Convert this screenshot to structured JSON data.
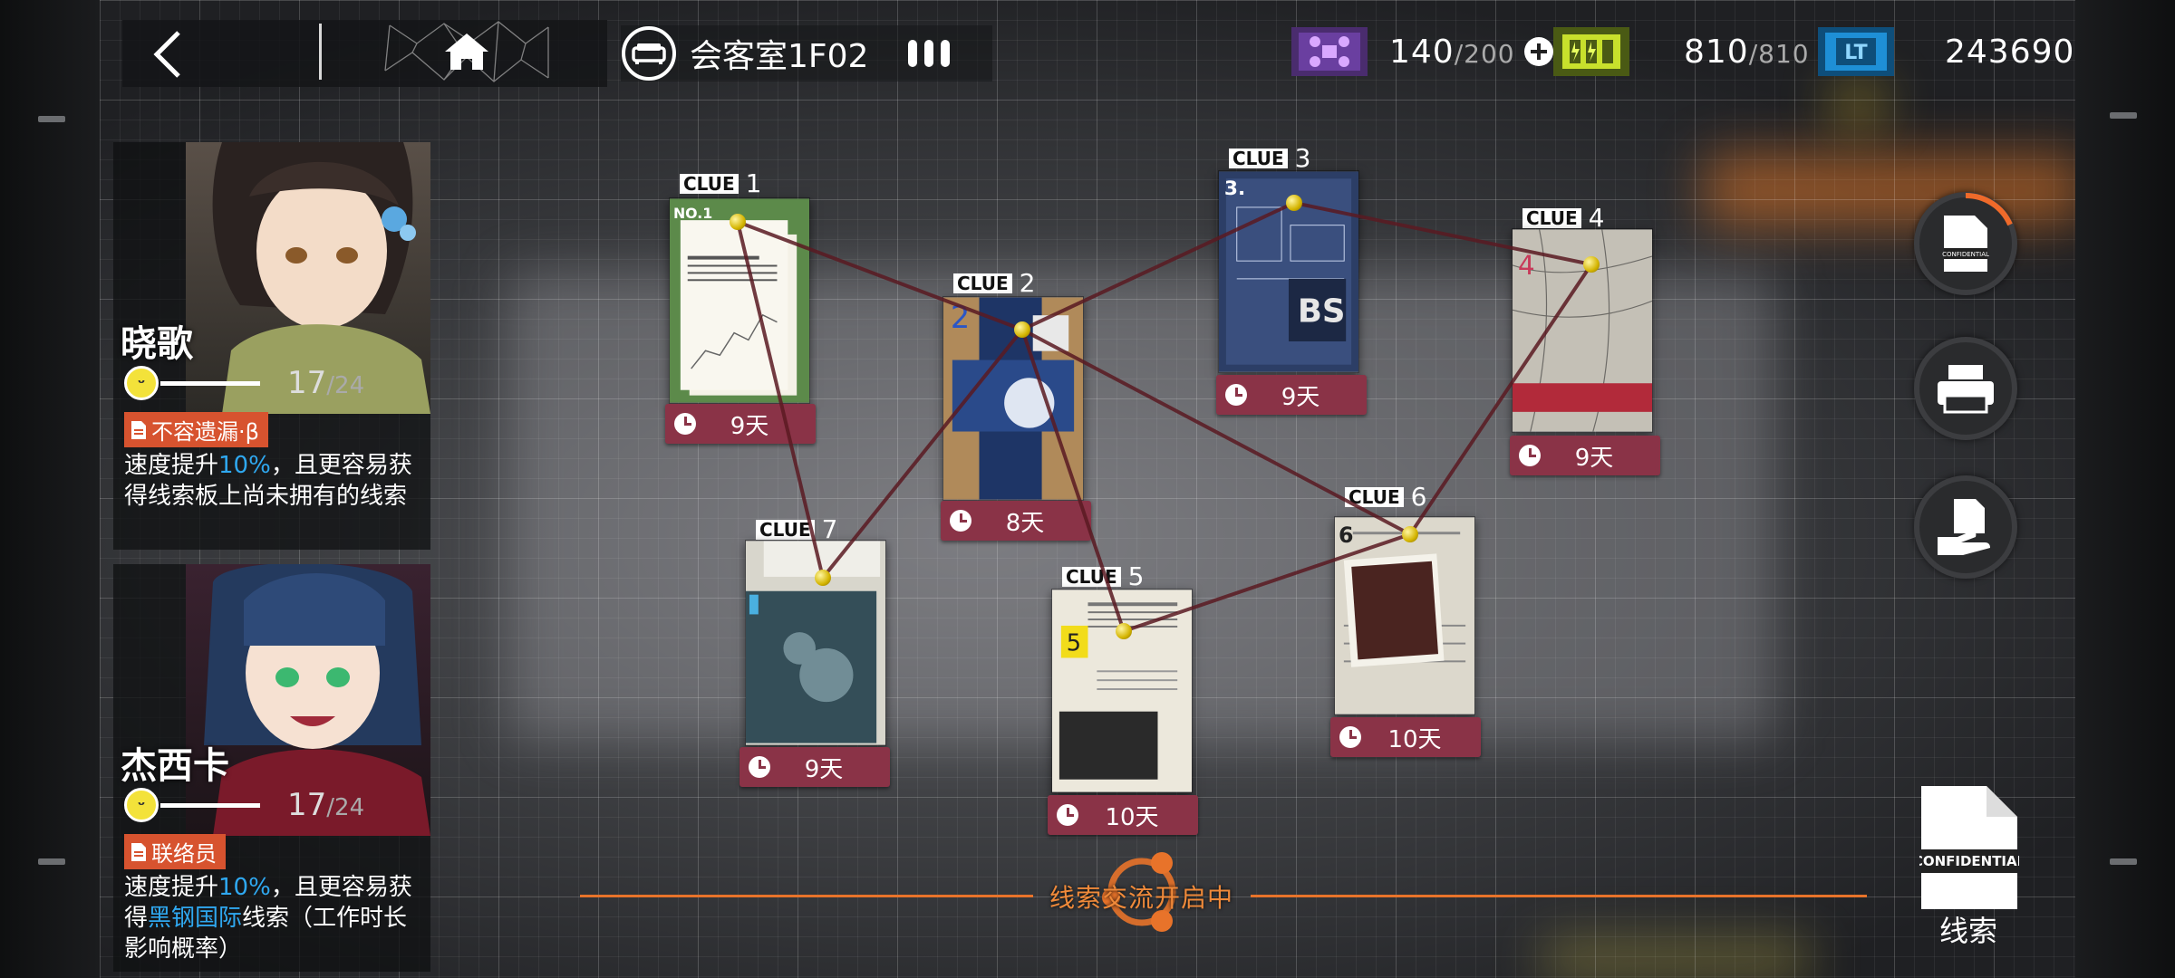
{
  "topbar": {
    "room_name": "会客室1F02",
    "drone": {
      "current": "140",
      "max": "/200"
    },
    "energy": {
      "current": "810",
      "max": "/810"
    },
    "currency": "243690"
  },
  "operators": [
    {
      "name": "晓歌",
      "mood_current": "17",
      "mood_max": "/24",
      "skill": "不容遗漏·β",
      "desc_pre": "速度提升",
      "desc_hl": "10%",
      "desc_mid": "，且更容易获得线索板上尚未拥有的线索",
      "desc_hl2": "",
      "desc_post": ""
    },
    {
      "name": "杰西卡",
      "mood_current": "17",
      "mood_max": "/24",
      "skill": "联络员",
      "desc_pre": "速度提升",
      "desc_hl": "10%",
      "desc_mid": "，且更容易获得",
      "desc_hl2": "黑钢国际",
      "desc_post": "线索（工作时长影响概率）"
    }
  ],
  "clues": [
    {
      "tag": "CLUE",
      "num": "1",
      "time": "9天"
    },
    {
      "tag": "CLUE",
      "num": "2",
      "time": "8天"
    },
    {
      "tag": "CLUE",
      "num": "3",
      "time": "9天"
    },
    {
      "tag": "CLUE",
      "num": "4",
      "time": "9天"
    },
    {
      "tag": "CLUE",
      "num": "5",
      "time": "10天"
    },
    {
      "tag": "CLUE",
      "num": "6",
      "time": "10天"
    },
    {
      "tag": "CLUE",
      "num": "7",
      "time": "9天"
    }
  ],
  "side": {
    "confidential_label": "CONFIDENTIAL",
    "clue_button_label": "线索",
    "exchange_status": "线索交流开启中"
  }
}
